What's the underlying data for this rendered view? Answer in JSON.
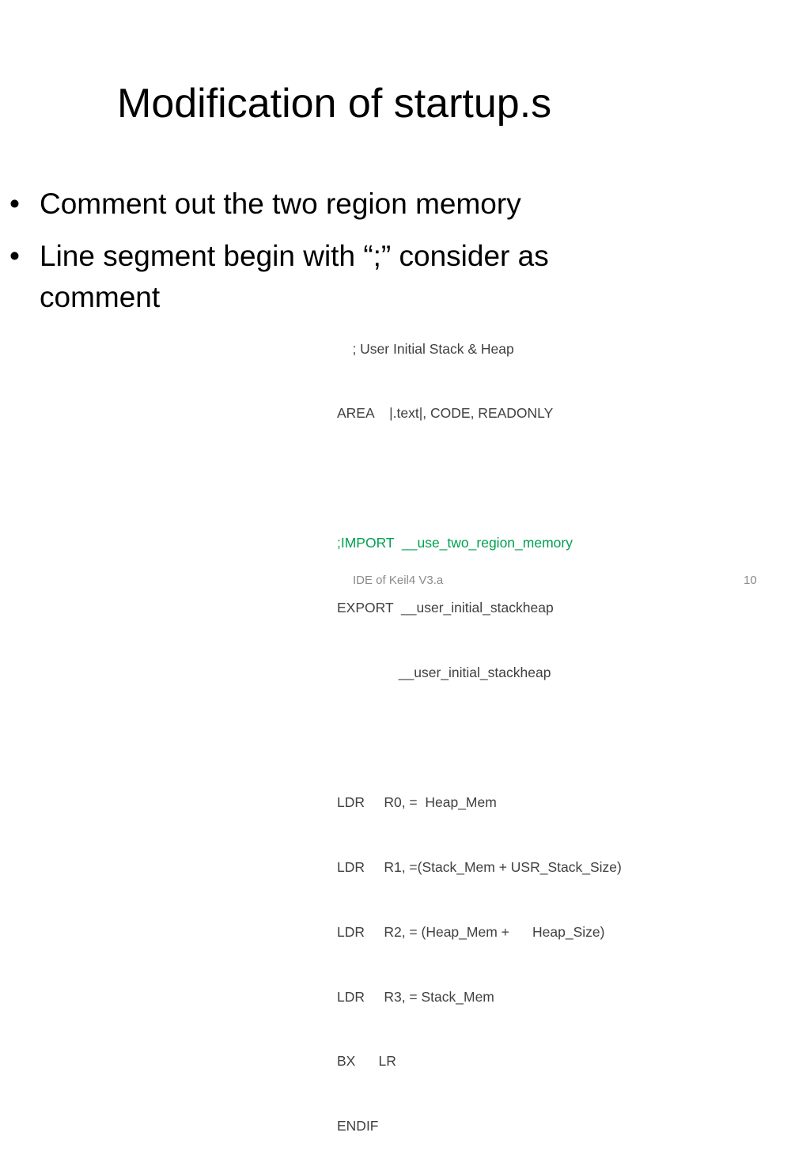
{
  "slide": {
    "title": "Modification of startup.s",
    "bullets": [
      {
        "text": "Comment out the two region memory"
      },
      {
        "text": "Line segment begin with “;” consider as comment"
      }
    ],
    "bullet_symbol": "•",
    "code_lines": [
      {
        "text": "    ; User Initial Stack & Heap",
        "color": "#404040"
      },
      {
        "text": "AREA    |.text|, CODE, READONLY",
        "color": "#404040"
      },
      {
        "text": "",
        "color": "#404040"
      },
      {
        "text": ";IMPORT  __use_two_region_memory",
        "color": "#00a050"
      },
      {
        "text": "EXPORT  __user_initial_stackheap",
        "color": "#404040"
      },
      {
        "text": "                __user_initial_stackheap",
        "color": "#404040"
      },
      {
        "text": "",
        "color": "#404040"
      },
      {
        "text": "LDR     R0, =  Heap_Mem",
        "color": "#404040"
      },
      {
        "text": "LDR     R1, =(Stack_Mem + USR_Stack_Size)",
        "color": "#404040"
      },
      {
        "text": "LDR     R2, = (Heap_Mem +      Heap_Size)",
        "color": "#404040"
      },
      {
        "text": "LDR     R3, = Stack_Mem",
        "color": "#404040"
      },
      {
        "text": "BX      LR",
        "color": "#404040"
      },
      {
        "text": "ENDIF",
        "color": "#404040"
      }
    ]
  },
  "footer": {
    "label": "IDE of Keil4 V3.a",
    "page_number": "10"
  },
  "colors": {
    "text": "#000000",
    "code_text": "#404040",
    "code_highlight": "#00a050",
    "footer_text": "#8a8a8a",
    "background": "#ffffff"
  }
}
